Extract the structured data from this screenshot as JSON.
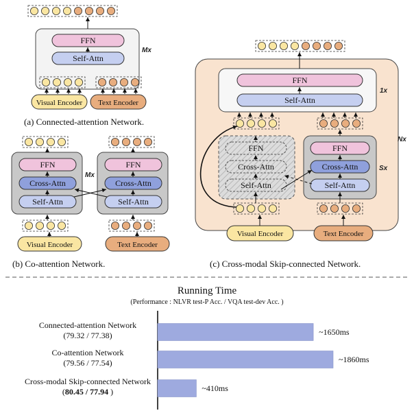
{
  "labels": {
    "ffn": "FFN",
    "self_attn": "Self-Attn",
    "cross_attn": "Cross-Attn",
    "visual_encoder": "Visual Encoder",
    "text_encoder": "Text Encoder",
    "mx": "Mx",
    "nx": "Nx",
    "sx": "Sx",
    "onex": "1x"
  },
  "captions": {
    "a": "(a) Connected-attention Network.",
    "b": "(b) Co-attention Network.",
    "c": "(c) Cross-modal Skip-connected Network."
  },
  "colors": {
    "ffn": "#f0c3dc",
    "self_attn": "#c5cff0",
    "cross_attn": "#8fa0dc",
    "visual": "#fae6a2",
    "text": "#e8ad7e",
    "gray_box": "#c8c8c8",
    "light_box": "#f3f3f3",
    "skip_bg": "#f9e3cf",
    "bar": "#9eaadf"
  },
  "running_time": {
    "title": "Running Time",
    "subtitle": "(Performance : NLVR test-P Acc. / VQA test-dev Acc. )",
    "chart_data": {
      "type": "bar",
      "orientation": "horizontal",
      "unit": "ms",
      "categories": [
        "Connected-attention Network",
        "Co-attention Network",
        "Cross-modal Skip-connected Network"
      ],
      "performance": [
        "(79.32 / 77.38)",
        "(79.56 / 77.54)",
        "80.45 / 77.94"
      ],
      "values": [
        1650,
        1860,
        410
      ],
      "value_labels": [
        "~1650ms",
        "~1860ms",
        "~410ms"
      ],
      "xlim": [
        0,
        2000
      ]
    }
  }
}
